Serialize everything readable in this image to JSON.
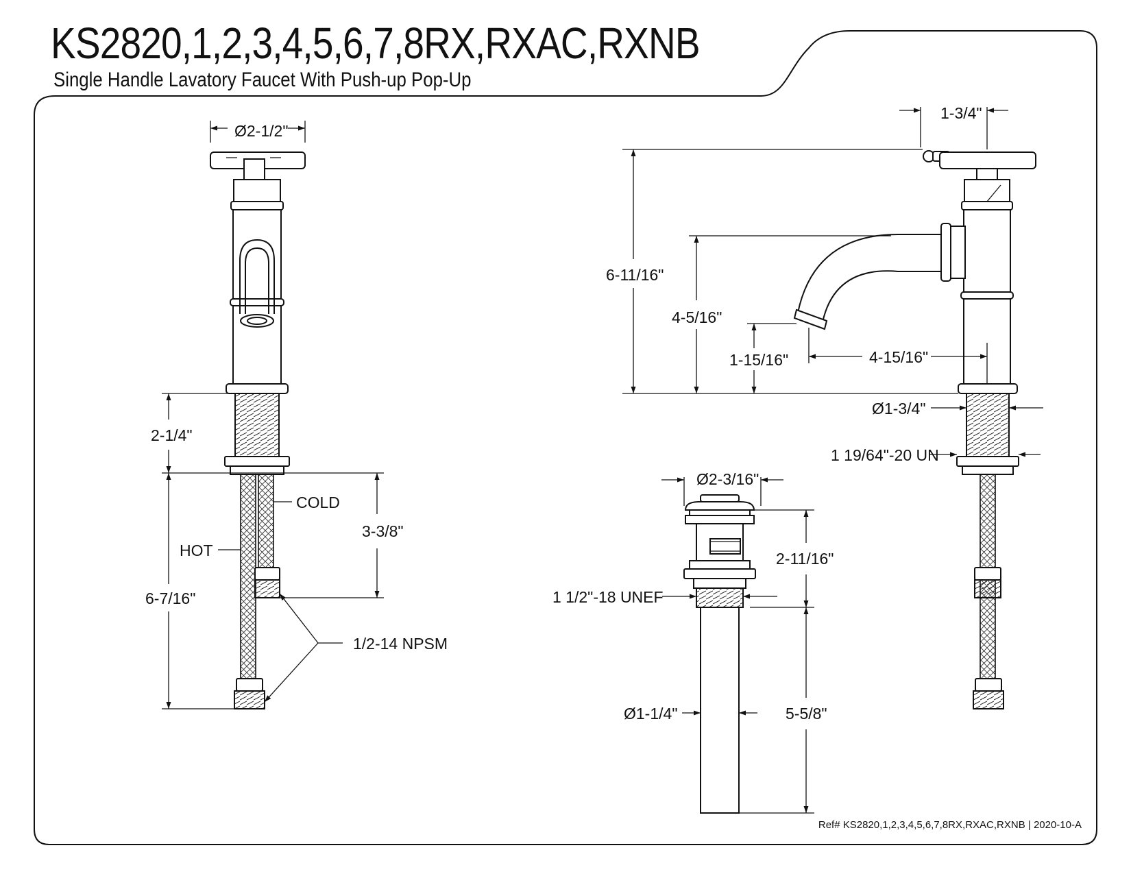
{
  "header": {
    "title": "KS2820,1,2,3,4,5,6,7,8RX,RXAC,RXNB",
    "subtitle": "Single Handle Lavatory Faucet With Push-up Pop-Up"
  },
  "dimensions": {
    "handle_diameter": "Ø2-1/2\"",
    "shank_length": "2-1/4\"",
    "supply_short": "3-3/8\"",
    "supply_total": "6-7/16\"",
    "cold": "COLD",
    "hot": "HOT",
    "npsm": "1/2-14 NPSM",
    "handle_offset": "1-3/4\"",
    "overall_height": "6-11/16\"",
    "spout_height": "4-5/16\"",
    "aerator_height": "1-15/16\"",
    "spout_reach": "4-15/16\"",
    "base_diameter": "Ø1-3/4\"",
    "thread": "1 19/64\"-20 UN",
    "drain_flange": "Ø2-3/16\"",
    "drain_body": "2-11/16\"",
    "drain_thread": "1 1/2\"-18 UNEF",
    "tailpiece_diameter": "Ø1-1/4\"",
    "tailpiece_length": "5-5/8\""
  },
  "footer": {
    "reference": "Ref# KS2820,1,2,3,4,5,6,7,8RX,RXAC,RXNB | 2020-10-A"
  }
}
